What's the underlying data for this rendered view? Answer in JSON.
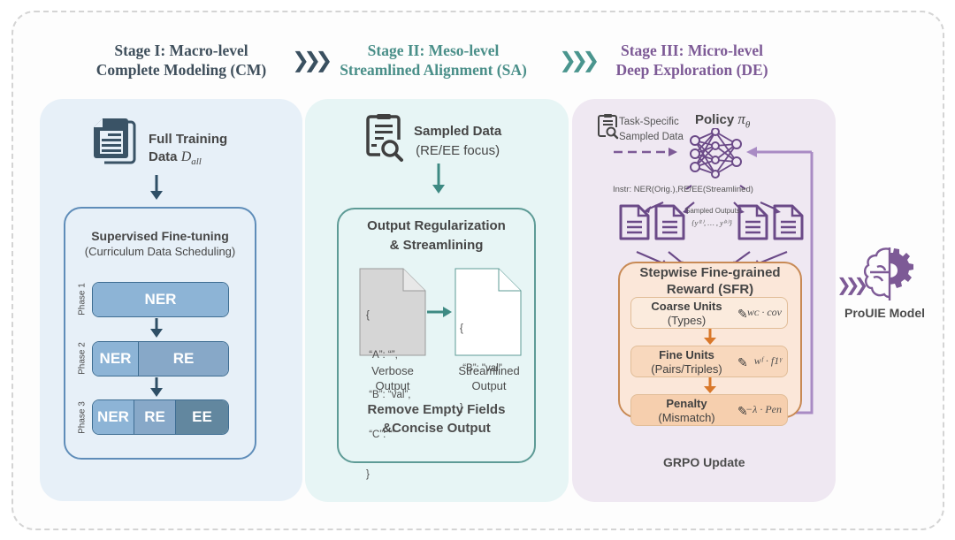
{
  "stages": [
    {
      "title_line1": "Stage I: Macro-level",
      "title_line2": "Complete Modeling (CM)",
      "color": "#3f4f5c"
    },
    {
      "title_line1": "Stage II: Meso-level",
      "title_line2": "Streamlined Alignment (SA)",
      "color": "#4a8f89"
    },
    {
      "title_line1": "Stage III: Micro-level",
      "title_line2": "Deep Exploration (DE)",
      "color": "#7d5a96"
    }
  ],
  "chevron": "❯❯❯",
  "stage1": {
    "data_label_line1": "Full Training",
    "data_label_line2": "Data",
    "data_symbol": "D",
    "data_subscript": "all",
    "sft_title": "Supervised Fine-tuning",
    "sft_subtitle": "(Curriculum Data Scheduling)",
    "phases": [
      {
        "label": "Phase 1",
        "segments": [
          "NER"
        ]
      },
      {
        "label": "Phase 2",
        "segments": [
          "NER",
          "RE"
        ]
      },
      {
        "label": "Phase 3",
        "segments": [
          "NER",
          "RE",
          "EE"
        ]
      }
    ]
  },
  "stage2": {
    "data_label_line1": "Sampled Data",
    "data_label_line2": "(RE/EE focus)",
    "box_title_line1": "Output Regularization",
    "box_title_line2": "& Streamlining",
    "verbose_json": [
      "{",
      " “A”: “”,",
      " “B”: “val”,",
      " “C”: “”",
      "}"
    ],
    "streamlined_json": [
      "{",
      " “B”: \"val\"",
      "}"
    ],
    "verbose_label_line1": "Verbose",
    "verbose_label_line2": "Output",
    "streamlined_label_line1": "Streamlined",
    "streamlined_label_line2": "Output",
    "footer_line1": "Remove Empty Fields",
    "footer_line2": "&Concise Output"
  },
  "stage3": {
    "data_label_line1": "Task-Specific",
    "data_label_line2": "Sampled Data",
    "policy_label": "Policy",
    "policy_symbol": "π",
    "policy_subscript": "θ",
    "instr_label": "Instr: NER(Orig.),RE/EE(Streamlined)",
    "sampled_outputs_label": "Sampled Outputs",
    "sampled_outputs_set": "{y⁽¹⁾, … , y⁽ᵏ⁾}",
    "sfr_title_line1": "Stepwise Fine-grained",
    "sfr_title_line2": "Reward (SFR)",
    "units": [
      {
        "name": "Coarse Units",
        "sub": "(Types)",
        "formula": "wᴄ · cov"
      },
      {
        "name": "Fine Units",
        "sub": "(Pairs/Triples)",
        "formula": "wᶠ · f1ᵞ"
      },
      {
        "name": "Penalty",
        "sub": "(Mismatch)",
        "formula": "−λ · Pen"
      }
    ],
    "update_label": "GRPO Update"
  },
  "model": {
    "label": "ProUIE Model"
  },
  "colors": {
    "stage1_dark": "#3a5a72",
    "stage2_teal": "#3e8a83",
    "stage3_purple": "#6e4e8a",
    "reward_orange": "#d9782a"
  }
}
